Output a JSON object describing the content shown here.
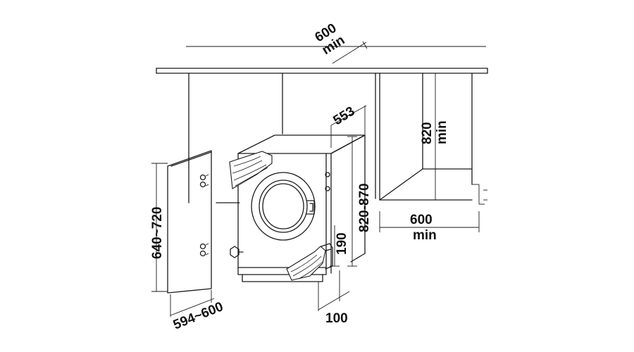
{
  "dimensions": {
    "top_width": {
      "value": "600",
      "unit": "min"
    },
    "depth": "553",
    "cabinet_height": {
      "value": "820",
      "unit": "min"
    },
    "niche_height_range": "820-870",
    "cabinet_depth": {
      "value": "600",
      "unit": "min"
    },
    "door_height_range": "640~720",
    "door_width_range": "594~600",
    "plinth_height": "190",
    "plinth_depth": "100"
  },
  "colors": {
    "line": "#1a1a1a",
    "background": "#ffffff"
  }
}
